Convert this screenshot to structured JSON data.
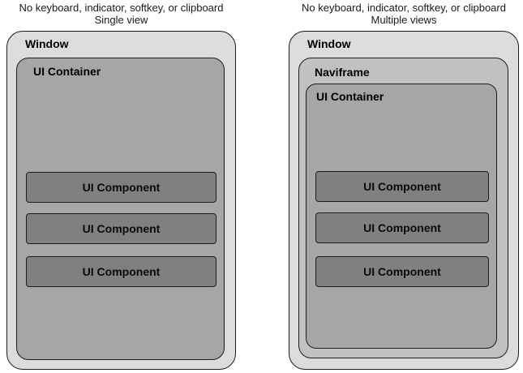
{
  "palette": {
    "page_background": "#ffffff",
    "window_fill": "#dcdcdc",
    "naviframe_fill": "#c1c1c1",
    "container_fill": "#a6a6a6",
    "component_fill": "#808080",
    "border": "#1c1c1c",
    "text": "#000000"
  },
  "diagrams": [
    {
      "id": "single-view",
      "caption_line1": "No keyboard, indicator, softkey, or clipboard",
      "caption_line2": "Single view",
      "window_label": "Window",
      "container_label": "UI Container",
      "components": [
        "UI Component",
        "UI Component",
        "UI Component"
      ]
    },
    {
      "id": "multiple-views",
      "caption_line1": "No keyboard, indicator, softkey, or clipboard",
      "caption_line2": "Multiple views",
      "window_label": "Window",
      "naviframe_label": "Naviframe",
      "container_label": "UI Container",
      "components": [
        "UI Component",
        "UI Component",
        "UI Component"
      ]
    }
  ]
}
